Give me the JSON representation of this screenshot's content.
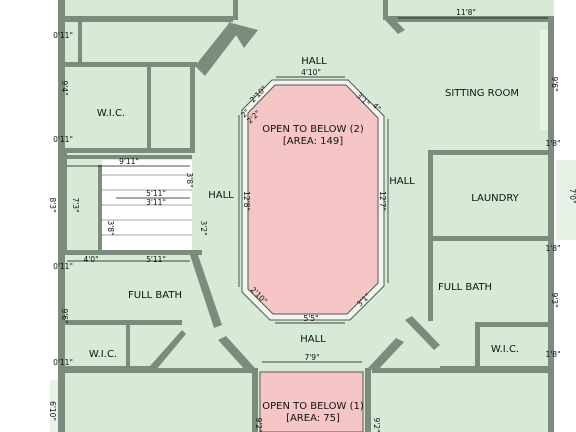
{
  "rooms": {
    "hall_top": "HALL",
    "hall_left": "HALL",
    "hall_right": "HALL",
    "hall_bottom": "HALL",
    "sitting_room": "SITTING ROOM",
    "wic_top": "W.I.C.",
    "wic_bottom_left": "W.I.C.",
    "wic_bottom_right": "W.I.C.",
    "laundry": "LAUNDRY",
    "full_bath_left": "FULL BATH",
    "full_bath_right": "FULL BATH"
  },
  "open_to_below_2": {
    "title": "OPEN TO BELOW (2)",
    "area": "[AREA: 149]"
  },
  "open_to_below_1": {
    "title": "OPEN TO BELOW (1)",
    "area": "[AREA: 75]"
  },
  "dimensions": {
    "top_width": "4'10\"",
    "top_right_chamfer": "3'1\"",
    "top_right_small": "4\"",
    "top_left_chamfer": "2'10\"",
    "top_left_small_a": "2\"",
    "top_left_small_b": "2'2\"",
    "left_height": "12'8\"",
    "right_height": "12'7\"",
    "bottom_left_chamfer": "2'10\"",
    "bottom_right_chamfer": "3'1\"",
    "bottom_width": "5'5\"",
    "otb1_width": "7'9\"",
    "top_right_run": "11'8\"",
    "stair_width": "9'11\"",
    "stair_inner_a": "5'11\"",
    "stair_inner_b": "3'11\"",
    "stair_riser_a": "3'8\"",
    "stair_riser_b": "3'2\"",
    "stair_height": "7'3\"",
    "stair_landing": "3'8\"",
    "stair_bottom_a": "4'0\"",
    "stair_bottom_b": "5'11\"",
    "left_wall_a": "0'11\"",
    "left_wall_b": "9'4\"",
    "left_wall_c": "0'11\"",
    "left_wall_d": "8'3\"",
    "left_wall_e": "0'11\"",
    "left_wall_f": "9'6\"",
    "left_wall_g": "0'11\"",
    "left_wall_h": "6'10\"",
    "right_wall_a": "9'6\"",
    "right_wall_b": "1'8\"",
    "right_wall_c": "7'0\"",
    "right_wall_d": "1'8\"",
    "right_wall_e": "9'3\"",
    "right_wall_f": "1'8\"",
    "otb1_side_left": "9'2\"",
    "otb1_side_right": "9'2\""
  }
}
